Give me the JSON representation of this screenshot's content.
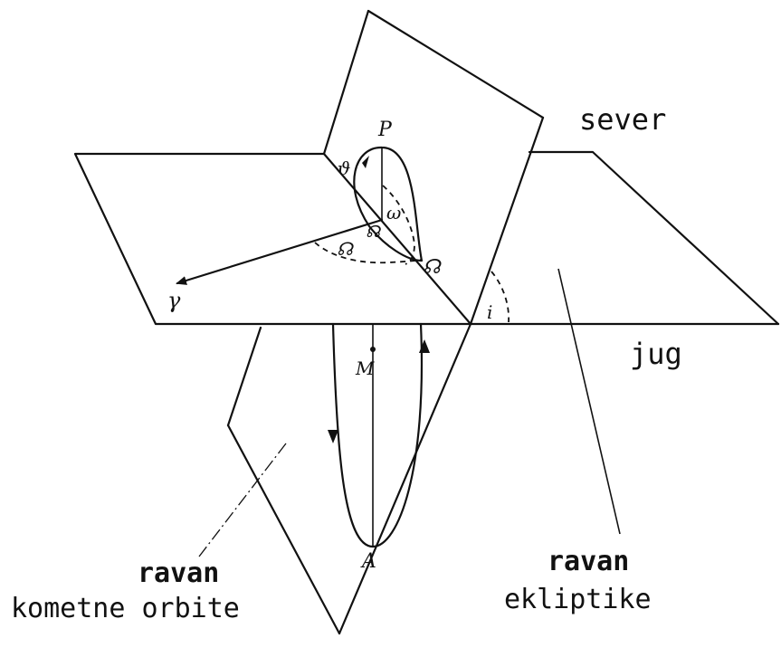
{
  "labels": {
    "sever": "sever",
    "jug": "jug",
    "ravan_orbit_1": "ravan",
    "ravan_orbit_2": "kometne orbite",
    "ravan_ecl_1": "ravan",
    "ravan_ecl_2": "ekliptike",
    "P": "P",
    "A": "A",
    "M": "M",
    "omega": "ω",
    "node_symbol": "☊",
    "Omega": "☊",
    "theta": "ϑ",
    "aries": "γ",
    "i": "i"
  }
}
